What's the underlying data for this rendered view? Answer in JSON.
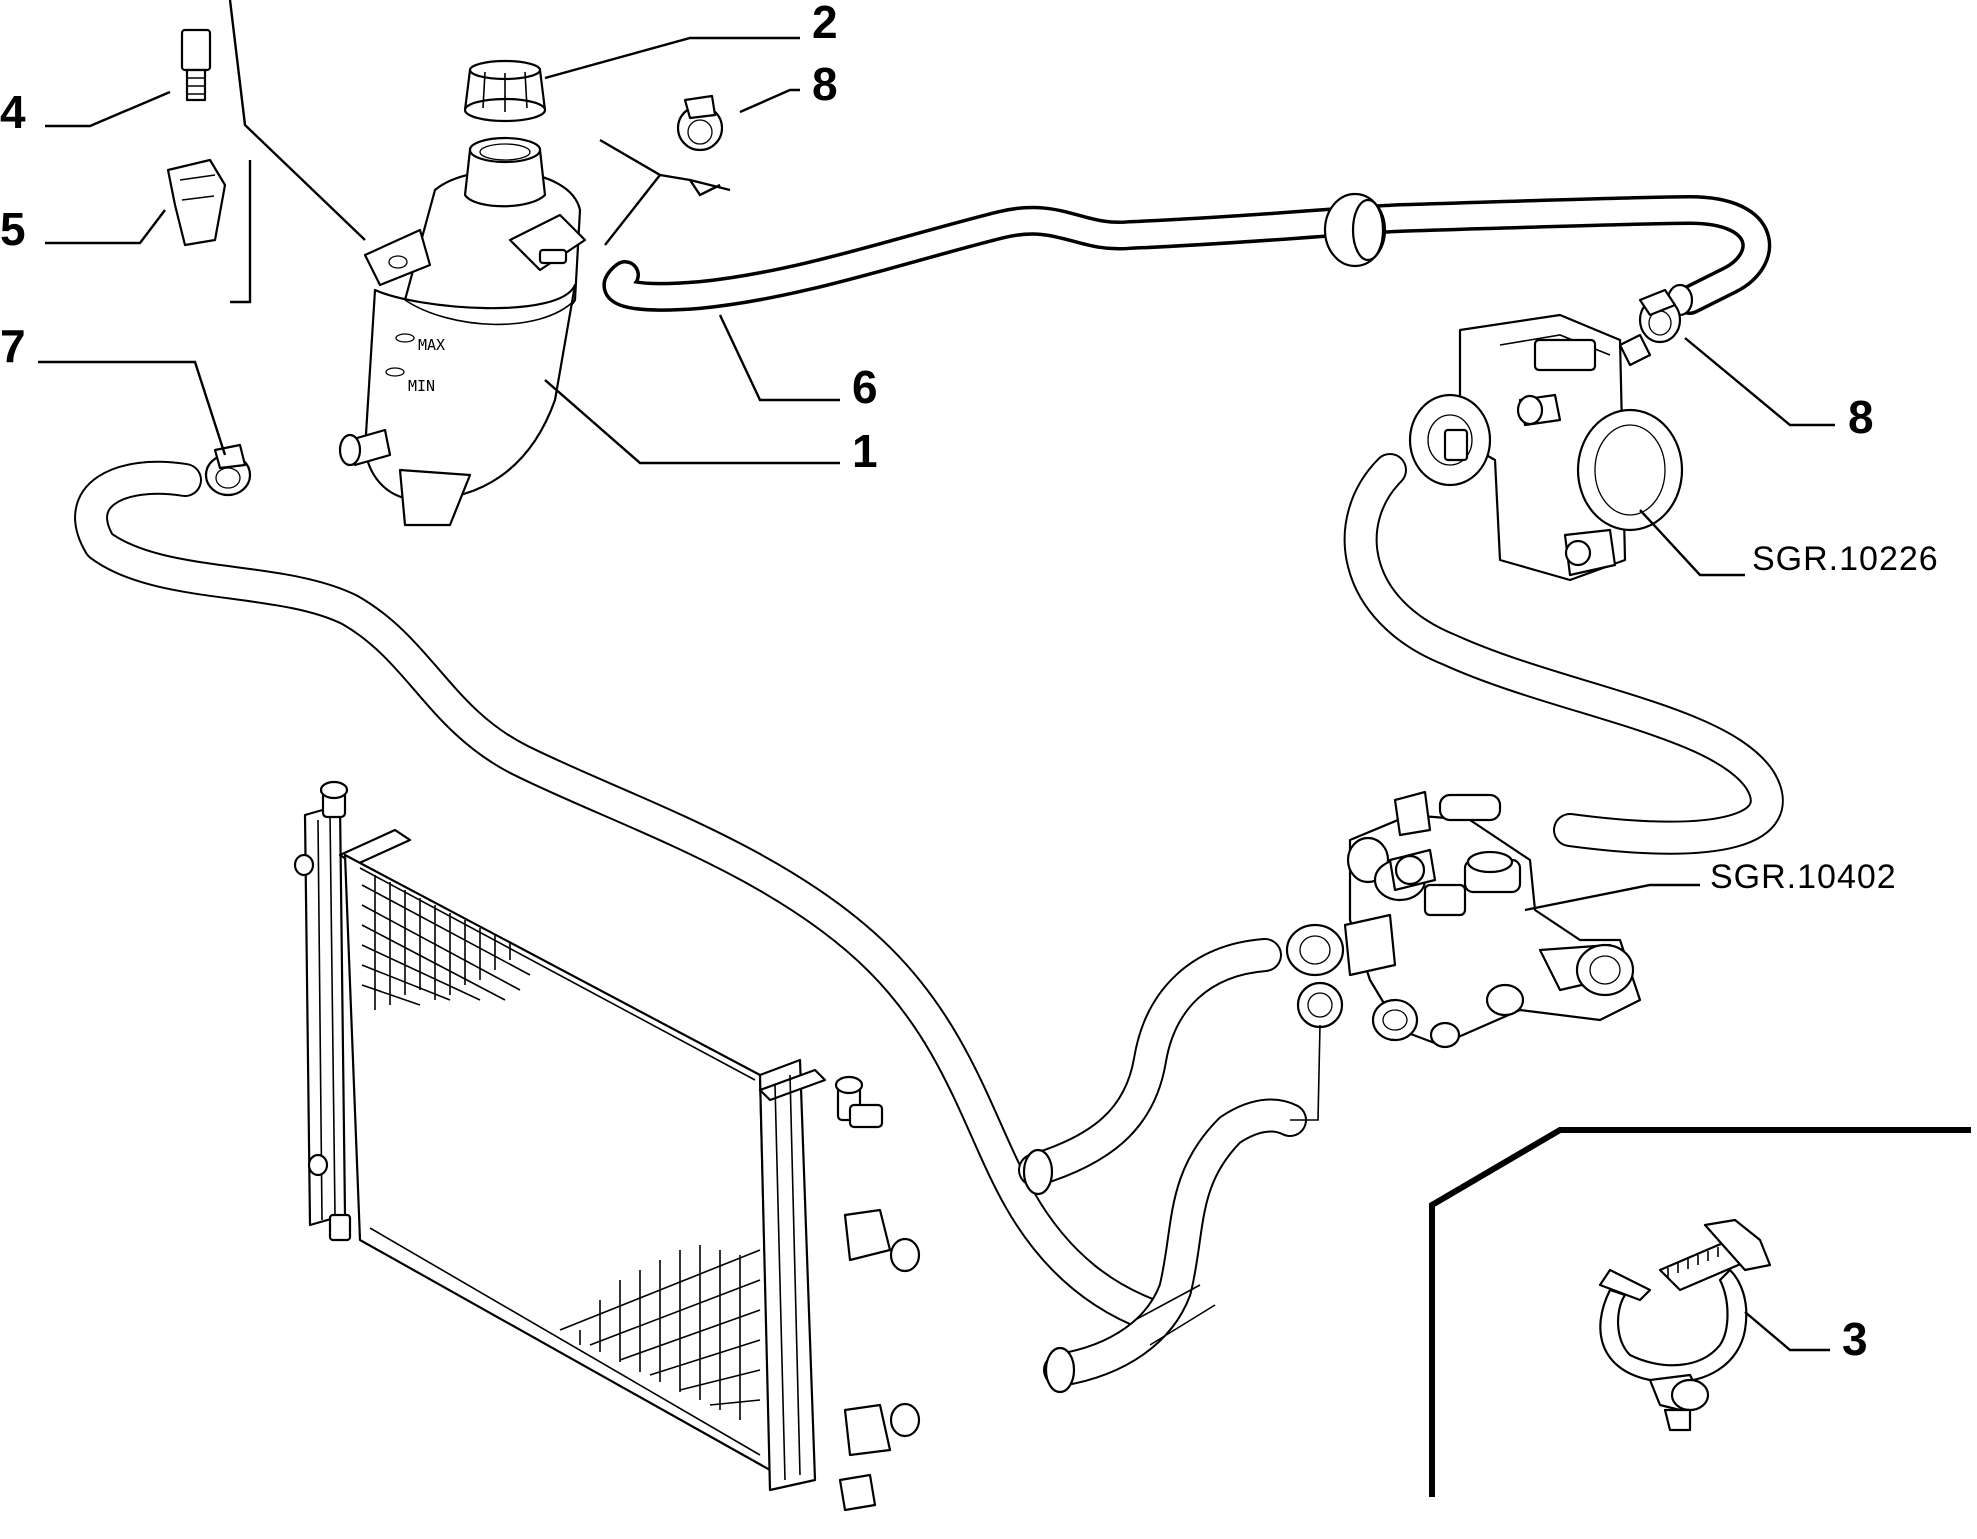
{
  "refs": {
    "r1": "1",
    "r2": "2",
    "r3": "3",
    "r4": "4",
    "r5": "5",
    "r6": "6",
    "r7": "7",
    "r8a": "8",
    "r8b": "8"
  },
  "codes": {
    "throttle": "SGR.10226",
    "thermostat": "SGR.10402"
  },
  "tank_marks": {
    "max": "MAX",
    "min": "MIN"
  }
}
